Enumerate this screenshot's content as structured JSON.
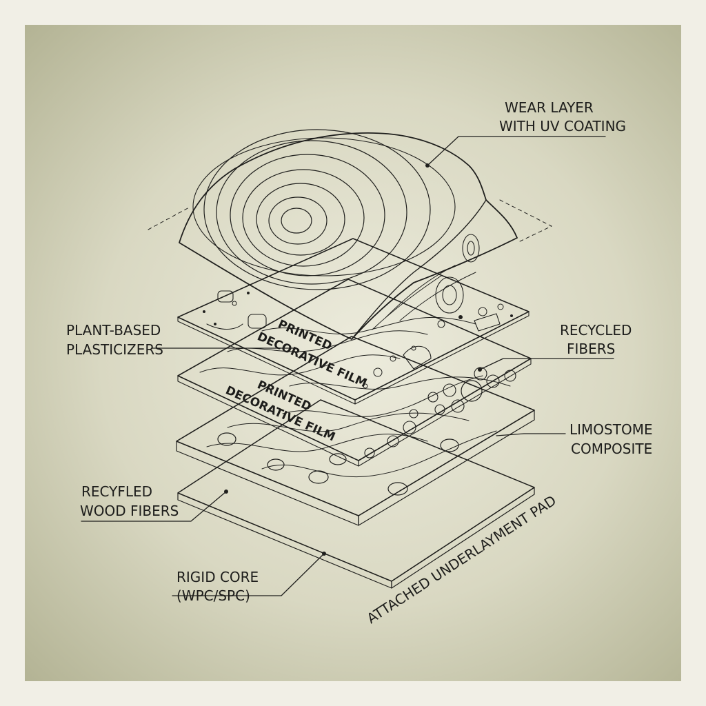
{
  "labels": {
    "wear_layer_line1": "WEAR LAYER",
    "wear_layer_line2": "WITH UV COATING",
    "plant_based_line1": "PLANT-BASED",
    "plant_based_line2": "PLASTICIZERS",
    "recycled_fibers_line1": "RECYCLED",
    "recycled_fibers_line2": "FIBERS",
    "film_upper_line1": "PRINTED",
    "film_upper_line2": "DECORATIVE FILM",
    "film_lower_line1": "PRINTED",
    "film_lower_line2": "DECORATIVE FILM",
    "limestone_line1": "LIMOSTOME",
    "limestone_line2": "COMPOSITE",
    "wood_fibers_line1": "RECYFLED",
    "wood_fibers_line2": "WOOD FIBERS",
    "rigid_core_line1": "RIGID CORE",
    "rigid_core_line2": "(WPC/SPC)",
    "underlayment": "ATTACHED UNDERLAYMENT PAD"
  },
  "colors": {
    "background_center": "#ecebdc",
    "background_edge": "#b3b394",
    "layer_fill": "#eeeadb",
    "pad_fill": "#cfcdbb",
    "ink": "#1f1f1d"
  }
}
